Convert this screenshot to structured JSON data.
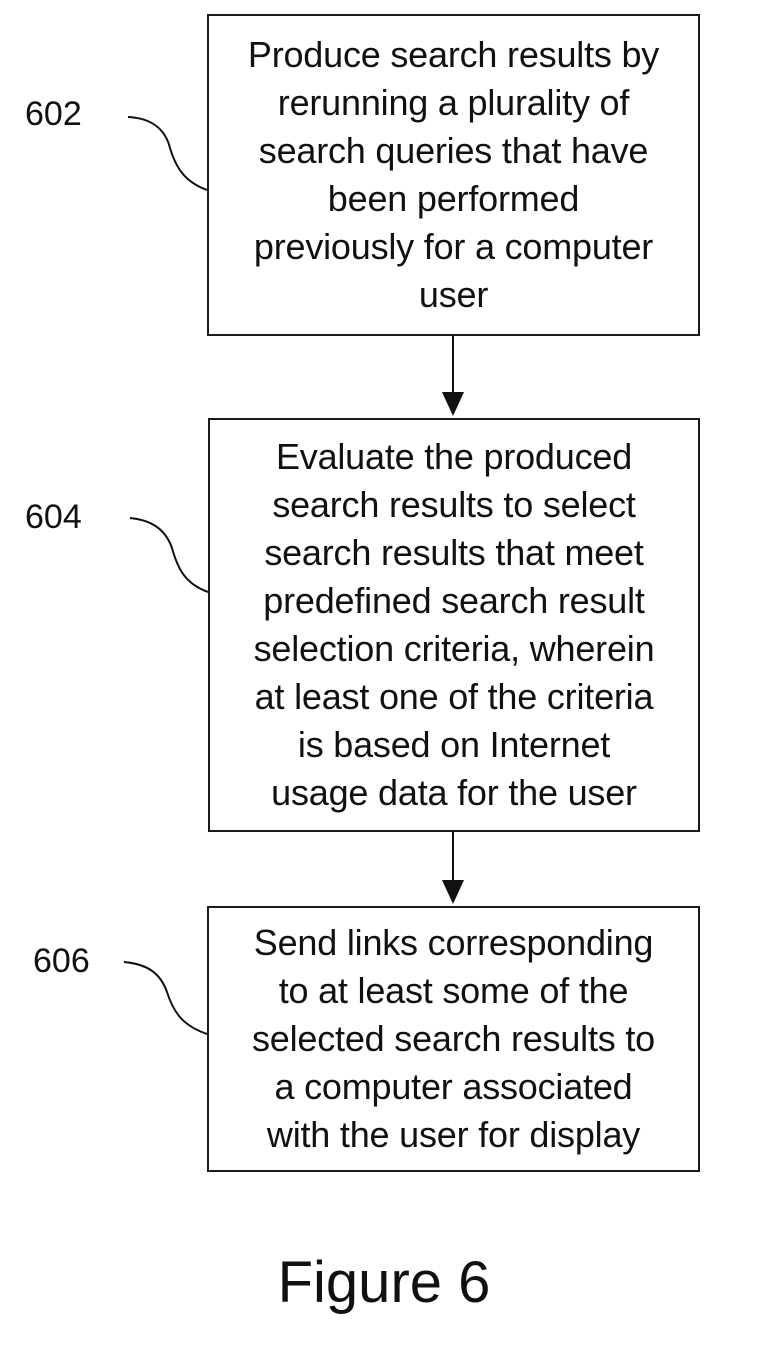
{
  "steps": [
    {
      "ref": "602",
      "text": "Produce search results by\nrerunning a plurality of\nsearch queries that have\nbeen performed\npreviously for a computer\nuser"
    },
    {
      "ref": "604",
      "text": "Evaluate the produced\nsearch results to select\nsearch results that meet\npredefined search result\nselection criteria, wherein\nat least one of the criteria\nis based on Internet\nusage data for the user"
    },
    {
      "ref": "606",
      "text": "Send links corresponding\nto at least some of the\nselected search results to\na computer associated\nwith the user for display"
    }
  ],
  "figure_label": "Figure 6"
}
